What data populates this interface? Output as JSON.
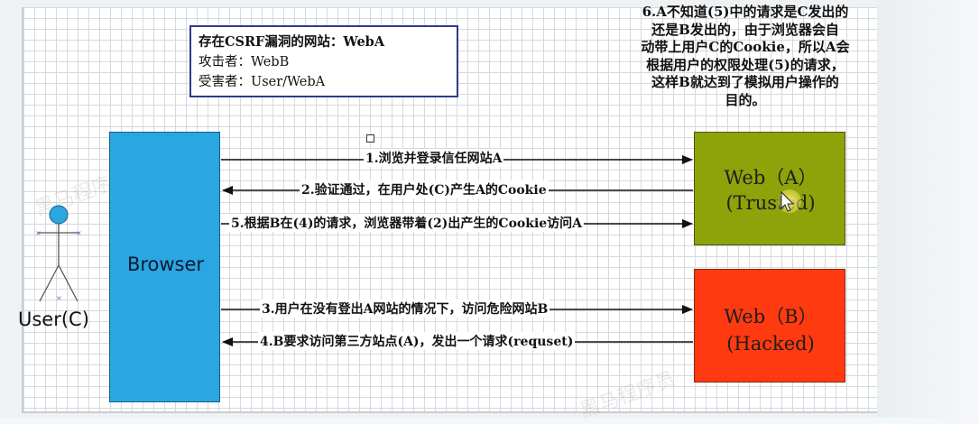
{
  "info_box": {
    "line1": "存在CSRF漏洞的网站：WebA",
    "line2": "攻击者：WebB",
    "line3": "受害者：User/WebA"
  },
  "note": {
    "lines": [
      "6.A不知道(5)中的请求是C发出的",
      "还是B发出的，由于浏览器会自",
      "动带上用户C的Cookie，所以A会",
      "根据用户的权限处理(5)的请求，",
      "这样B就达到了模拟用户操作的",
      "目的。"
    ]
  },
  "browser": {
    "label": "Browser"
  },
  "web_a": {
    "line1": "Web（A）",
    "line2": "(Trusted)",
    "color": "#8ea20a"
  },
  "web_b": {
    "line1": "Web（B）",
    "line2": "(Hacked)",
    "color": "#ff3a10"
  },
  "user": {
    "label": "User(C)",
    "head_color": "#2aa6e0"
  },
  "arrows": {
    "a1": "1.浏览并登录信任网站A",
    "a2": "2.验证通过，在用户处(C)产生A的Cookie",
    "a5": "5.根据B在(4)的请求，浏览器带着(2)出产生的Cookie访问A",
    "a3": "3.用户在没有登出A网站的情况下，访问危险网站B",
    "a4": "4.B要求访问第三方站点(A)，发出一个请求(requset)"
  },
  "watermark": "黑马程序员"
}
